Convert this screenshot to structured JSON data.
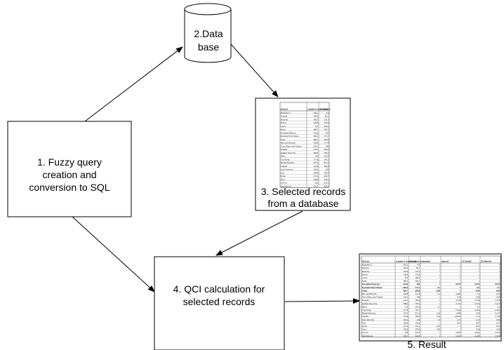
{
  "nodes": {
    "query": {
      "lines": [
        "1. Fuzzy query",
        "creation and",
        "conversion to SQL"
      ]
    },
    "database": {
      "lines": [
        "2.Data",
        "base"
      ]
    },
    "selected": {
      "lines": [
        "3. Selected records",
        "from a database"
      ]
    },
    "qci": {
      "lines": [
        "4. QCI calculation for",
        "selected records"
      ]
    },
    "result": {
      "label": "5. Result"
    }
  },
  "table_small": {
    "headers": [
      "District",
      "Length of roads [km]",
      "Area [km2]"
    ],
    "rows": [
      [
        "Bratislava I",
        "195,1",
        "9,6"
      ],
      [
        "Pezinok",
        "300,6",
        "80,1"
      ],
      [
        "Malacky",
        "563,9",
        "327,4"
      ],
      [
        "Prešov",
        "320,8",
        "376,4"
      ],
      [
        "Cadca",
        "567",
        "440,2"
      ],
      [
        "Snina",
        "386,5",
        "420,5"
      ],
      [
        "Považská Bystrica",
        "324,6",
        "463"
      ],
      [
        "Kysucké Nové Mesto",
        "269,5",
        "173,7"
      ],
      [
        "Senec",
        "369,7",
        "359,8"
      ],
      [
        "Ban and Hronom",
        "249,8",
        "517,8"
      ],
      [
        "Nové Mesto nad Váhom",
        "520,3",
        "580"
      ],
      [
        "Krupina",
        "234,5",
        "584,9"
      ],
      [
        "Spišská Nová Ves",
        "380,9",
        "587,4"
      ],
      [
        "Bytča",
        "202",
        "281,8"
      ],
      [
        "Topoľčany",
        "371,8",
        "597,3"
      ],
      [
        "Banská Bystrica",
        "235,4",
        "821,2"
      ],
      [
        "Galanta",
        "323,8",
        "463,8"
      ],
      [
        "Stará Ľubovňa",
        "262,4",
        "624"
      ],
      [
        "Sala",
        "209,8",
        "356,8"
      ],
      [
        "Poltár",
        "227,4",
        "476,7"
      ],
      [
        "Ilava",
        "258,8",
        "358,3"
      ],
      [
        "Levoča",
        "362",
        "641,2"
      ],
      [
        "Ružomberok",
        "336,7",
        "646,8"
      ]
    ]
  },
  "table_large": {
    "headers": [
      "District",
      "Length of roads [km]",
      "Area [km2]",
      "µ(length)",
      "µ(area)",
      "QCI(min)",
      "QCI(prod)"
    ],
    "rows": [
      [
        "Bratislava I",
        "195,1",
        "9,6",
        "1",
        "1",
        "1",
        "1"
      ],
      [
        "Pezinok",
        "300,6",
        "80,1",
        "1",
        "1",
        "1",
        "1"
      ],
      [
        "Malacky",
        "563,9",
        "327,4",
        "1",
        "1",
        "1",
        "1"
      ],
      [
        "Prešov",
        "320,8",
        "376,4",
        "1",
        "1",
        "1",
        "1"
      ],
      [
        "Cadca",
        "567",
        "440,2",
        "1",
        "1",
        "1",
        "1"
      ],
      [
        "Snina",
        "386,5",
        "420,5",
        "1",
        "1",
        "1",
        "1"
      ],
      [
        "Považská Bystrica",
        "324,6",
        "463",
        "1",
        "0,970",
        "0,970",
        "0,970"
      ],
      [
        "Kysucké Nové Mesto",
        "269,5",
        "173,7",
        "0,7",
        "1",
        "0,7",
        "0,7"
      ],
      [
        "Senec",
        "369,7",
        "359,8",
        "0,69",
        "1",
        "0,69",
        "0,69"
      ],
      [
        "Ban and Hronom",
        "249,8",
        "517,8",
        "0,5",
        "0,860",
        "0,5",
        "0,50"
      ],
      [
        "Nové Mesto nad Váhom",
        "520,3",
        "580",
        "1",
        "0,36",
        "0,36",
        "0,36"
      ],
      [
        "Krupina",
        "234,5",
        "584,9",
        "1",
        "0,336",
        "0,336",
        "0,336"
      ],
      [
        "Spišská Nová Ves",
        "380,9",
        "587,4",
        "1",
        "0,313",
        "0,313",
        "0,313"
      ],
      [
        "Bytča",
        "202",
        "281,8",
        "0,3",
        "1",
        "0,3",
        "0,3"
      ],
      [
        "Topoľčany",
        "371,8",
        "597,3",
        "1",
        "0,262",
        "0,262",
        "0,262"
      ],
      [
        "Banská Bystrica",
        "235,4",
        "821,2",
        "0,26",
        "0,848",
        "0,26",
        "0,167"
      ],
      [
        "Galanta",
        "323,8",
        "463,8",
        "0,22",
        "0,9333",
        "0,11",
        "0,136"
      ],
      [
        "Stará Ľubovňa",
        "262,4",
        "624",
        "0,6",
        "0,13",
        "0,13",
        "0,06"
      ],
      [
        "Sala",
        "209,8",
        "356,8",
        "1",
        "0,07",
        "0,07",
        "0,07"
      ],
      [
        "Poltár",
        "227,4",
        "476,7",
        "0,07",
        "1",
        "0,07",
        "0,07"
      ],
      [
        "Ilava",
        "258,8",
        "358,3",
        "0,06",
        "1",
        "0,06",
        "0,06"
      ],
      [
        "Levoča",
        "362",
        "641,2",
        "1",
        "0,041",
        "0,041",
        "0,041"
      ],
      [
        "Ružomberok",
        "336,7",
        "646,8",
        "1",
        "0,018",
        "0,018",
        "0,018"
      ]
    ]
  }
}
